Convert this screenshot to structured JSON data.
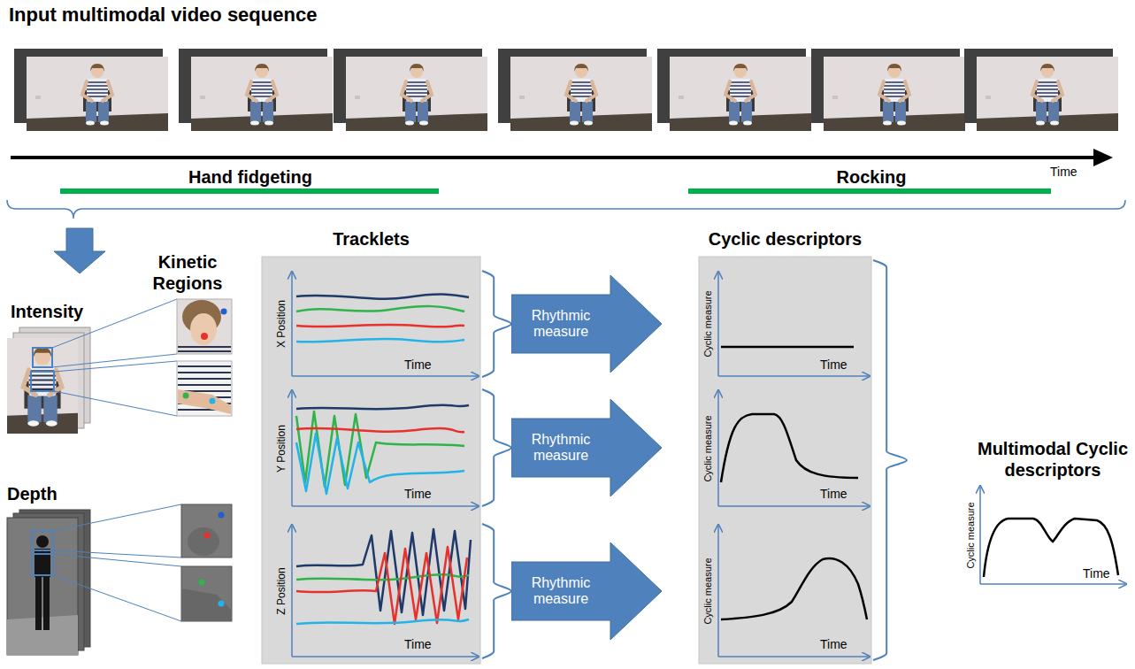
{
  "diagram": {
    "title": "Input multimodal video sequence",
    "nodes": [
      {
        "text": [
          "Tracklets"
        ]
      },
      {
        "text": [
          "X Position",
          "Time"
        ],
        "in": 0
      },
      {
        "text": [
          "Y Position",
          "Time"
        ],
        "in": 0
      },
      {
        "text": [
          "Z Position",
          "Time"
        ],
        "in": 0
      },
      {
        "text": [
          "Rhythmic measure"
        ]
      },
      {
        "text": [
          "Rhythmic measure"
        ]
      },
      {
        "text": [
          "Rhythmic measure"
        ]
      },
      {
        "text": [
          "Cyclic descriptors"
        ]
      },
      {
        "text": [
          "Cyclic measure",
          "Time"
        ],
        "in": 7
      },
      {
        "text": [
          "Cyclic measure",
          "Time"
        ],
        "in": 7
      },
      {
        "text": [
          "Cyclic measure",
          "Time"
        ],
        "in": 7
      },
      {
        "text": [
          "Multimodal Cyclic descriptors",
          "Cyclic measure",
          "Time"
        ]
      }
    ],
    "edges": [
      {
        "from": 1,
        "to": 4,
        "arrow": "none"
      },
      {
        "from": 2,
        "to": 5,
        "arrow": "none"
      },
      {
        "from": 3,
        "to": 6,
        "arrow": "none"
      },
      {
        "from": 7,
        "to": 11,
        "arrow": "none"
      }
    ],
    "labels": [
      "Time",
      "Hand fidgeting",
      "Rocking",
      "Kinetic Regions",
      "Intensity",
      "Depth"
    ]
  }
}
